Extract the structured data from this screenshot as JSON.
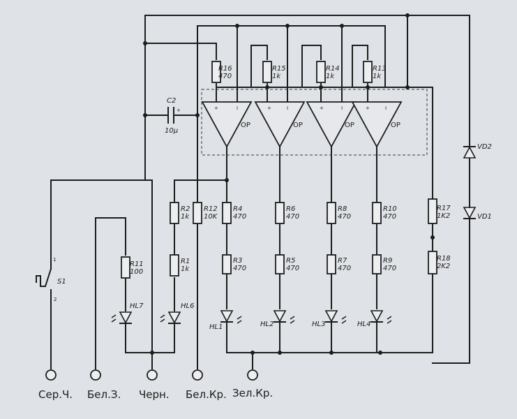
{
  "components": {
    "R16": {
      "name": "R16",
      "value": "470"
    },
    "R15": {
      "name": "R15",
      "value": "1k"
    },
    "R14": {
      "name": "R14",
      "value": "1k"
    },
    "R13": {
      "name": "R13",
      "value": "1k"
    },
    "C2": {
      "name": "C2",
      "value": "10µ",
      "polarity": "+"
    },
    "R2": {
      "name": "R2",
      "value": "1k"
    },
    "R1": {
      "name": "R1",
      "value": "1k"
    },
    "R12": {
      "name": "R12",
      "value": "10K"
    },
    "R4": {
      "name": "R4",
      "value": "470"
    },
    "R3": {
      "name": "R3",
      "value": "470"
    },
    "R6": {
      "name": "R6",
      "value": "470"
    },
    "R5": {
      "name": "R5",
      "value": "470"
    },
    "R8": {
      "name": "R8",
      "value": "470"
    },
    "R7": {
      "name": "R7",
      "value": "470"
    },
    "R10": {
      "name": "R10",
      "value": "470"
    },
    "R9": {
      "name": "R9",
      "value": "470"
    },
    "R11": {
      "name": "R11",
      "value": "100"
    },
    "R17": {
      "name": "R17",
      "value": "1K2"
    },
    "R18": {
      "name": "R18",
      "value": "2K2"
    },
    "VD1": {
      "name": "VD1"
    },
    "VD2": {
      "name": "VD2"
    },
    "S1": {
      "name": "S1",
      "pin1": "1",
      "pin2": "2"
    },
    "HL1": {
      "name": "HL1"
    },
    "HL2": {
      "name": "HL2"
    },
    "HL3": {
      "name": "HL3"
    },
    "HL4": {
      "name": "HL4"
    },
    "HL6": {
      "name": "HL6"
    },
    "HL7": {
      "name": "HL7"
    },
    "op_amps": {
      "label": "OP",
      "plus": "+",
      "minus": "I"
    }
  },
  "terminals": [
    "Сер.Ч.",
    "Бел.З.",
    "Черн.",
    "Бел.Кр.",
    "Зел.Кр."
  ]
}
